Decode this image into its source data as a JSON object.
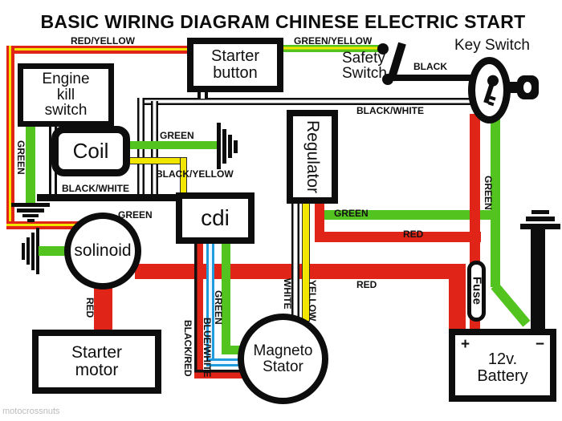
{
  "title": "BASIC WIRING DIAGRAM CHINESE ELECTRIC START",
  "watermark": "motocrossnuts",
  "components": {
    "starter_button": {
      "line1": "Starter",
      "line2": "button"
    },
    "engine_kill_switch": {
      "line1": "Engine",
      "line2": "kill",
      "line3": "switch"
    },
    "coil": {
      "label": "Coil"
    },
    "cdi": {
      "label": "cdi"
    },
    "regulator": {
      "label": "Regulator"
    },
    "solinoid": {
      "label": "solinoid"
    },
    "starter_motor": {
      "line1": "Starter",
      "line2": "motor"
    },
    "magneto_stator": {
      "line1": "Magneto",
      "line2": "Stator"
    },
    "battery": {
      "plus": "+",
      "minus": "−",
      "line1": "12v.",
      "line2": "Battery"
    },
    "fuse": {
      "label": "Fuse"
    },
    "key_switch": {
      "label": "Key Switch"
    },
    "safety_switch": {
      "line1": "Safety",
      "line2": "Switch"
    }
  },
  "wire_labels": {
    "red_yellow": "RED/YELLOW",
    "green_yellow": "GREEN/YELLOW",
    "black": "BLACK",
    "black_white_top": "BLACK/WHITE",
    "black_white_lower": "BLACK/WHITE",
    "black_yellow": "BLACK/YELLOW",
    "green_kill": "GREEN",
    "green_coil": "GREEN",
    "green_solinoid": "GREEN",
    "green_regulator": "GREEN",
    "red_regulator": "RED",
    "red_main": "RED",
    "red_starter": "RED",
    "black_red": "BLACK/RED",
    "blue_white": "BLUE/WHITE",
    "green_cdi": "GREEN",
    "white": "WHITE",
    "yellow": "YELLOW",
    "green_key": "GREEN"
  },
  "colors": {
    "red": "#e02418",
    "green": "#53c31f",
    "yellow": "#f2e500",
    "blue": "#1f9bde",
    "black": "#0d0d0d",
    "background": "#ffffff"
  }
}
